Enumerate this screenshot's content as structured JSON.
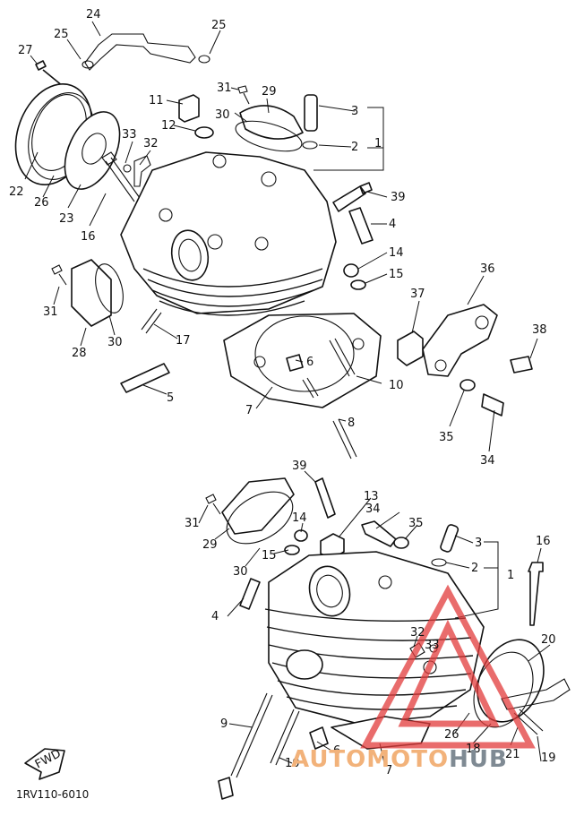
{
  "diagram": {
    "drawing_code": "1RV110-6010",
    "fwd_label": "FWD",
    "watermark": {
      "part1": "AUTOMOTO",
      "part2": "HUB"
    },
    "upper_callouts": [
      "24",
      "25",
      "25",
      "27",
      "22",
      "26",
      "23",
      "16",
      "33",
      "32",
      "11",
      "12",
      "31",
      "29",
      "30",
      "3",
      "2",
      "1",
      "39",
      "4",
      "14",
      "15",
      "36",
      "37",
      "38",
      "31",
      "30",
      "28",
      "17",
      "5",
      "6",
      "7",
      "10",
      "8",
      "35",
      "34"
    ],
    "lower_callouts": [
      "39",
      "13",
      "34",
      "35",
      "16",
      "31",
      "29",
      "14",
      "15",
      "30",
      "3",
      "2",
      "1",
      "4",
      "32",
      "33",
      "20",
      "9",
      "6",
      "10",
      "7",
      "26",
      "18",
      "21",
      "19"
    ]
  }
}
